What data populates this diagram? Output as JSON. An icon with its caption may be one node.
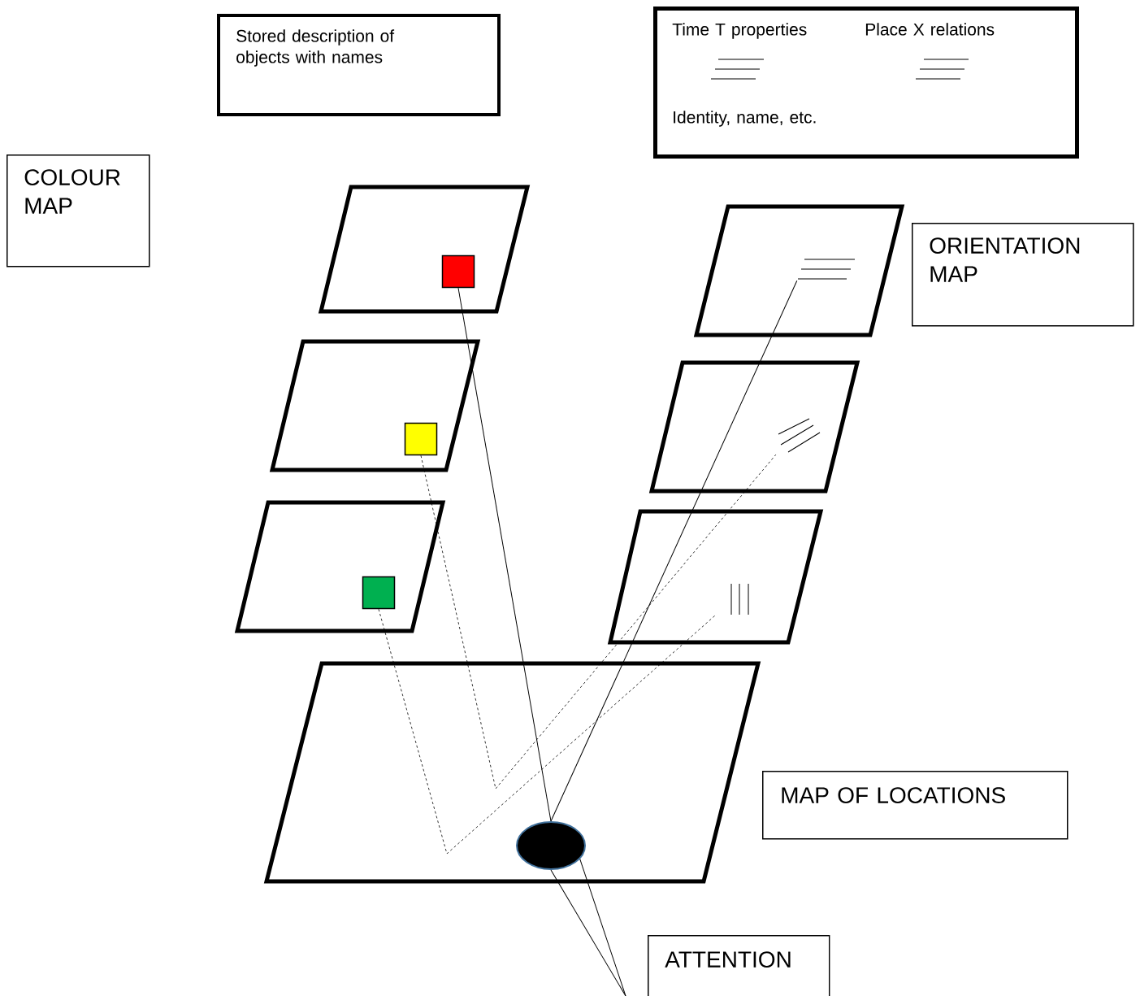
{
  "diagram": {
    "nodes": [
      {
        "text": [
          "Stored description of objects with names"
        ]
      },
      {
        "text": [
          "Time T properties",
          "Place X relations",
          "Identity, name, etc."
        ]
      },
      {
        "text": [
          "COLOUR MAP"
        ]
      },
      {
        "text": [],
        "shape": "parallelogram"
      },
      {
        "text": [],
        "shape": "box",
        "in": 3
      },
      {
        "text": [
          "ORIENTATION MAP"
        ]
      },
      {
        "text": [],
        "shape": "parallelogram"
      },
      {
        "text": [],
        "shape": "lines",
        "in": 6
      },
      {
        "text": [],
        "shape": "parallelogram"
      },
      {
        "text": [],
        "shape": "box",
        "in": 8
      },
      {
        "text": [],
        "shape": "parallelogram"
      },
      {
        "text": [],
        "shape": "lines",
        "in": 10
      },
      {
        "text": [],
        "shape": "parallelogram"
      },
      {
        "text": [],
        "shape": "box",
        "in": 12
      },
      {
        "text": [],
        "shape": "parallelogram"
      },
      {
        "text": [],
        "shape": "lines",
        "in": 14
      },
      {
        "text": [],
        "shape": "parallelogram"
      },
      {
        "text": [],
        "shape": "ellipse",
        "in": 16
      },
      {
        "text": [
          "MAP OF LOCATIONS"
        ]
      },
      {
        "text": [
          "ATTENTION"
        ]
      }
    ],
    "edges": [
      {
        "from": 4,
        "to": 17,
        "arrow": "none"
      },
      {
        "from": 7,
        "to": 17,
        "arrow": "none"
      },
      {
        "from": 9,
        "to": 11,
        "arrow": "none",
        "style": "dashed"
      },
      {
        "from": 13,
        "to": 15,
        "arrow": "none",
        "style": "dashed"
      },
      {
        "from": 17,
        "to": null,
        "arrow": "none"
      },
      {
        "from": 17,
        "to": null,
        "arrow": "none"
      }
    ]
  }
}
